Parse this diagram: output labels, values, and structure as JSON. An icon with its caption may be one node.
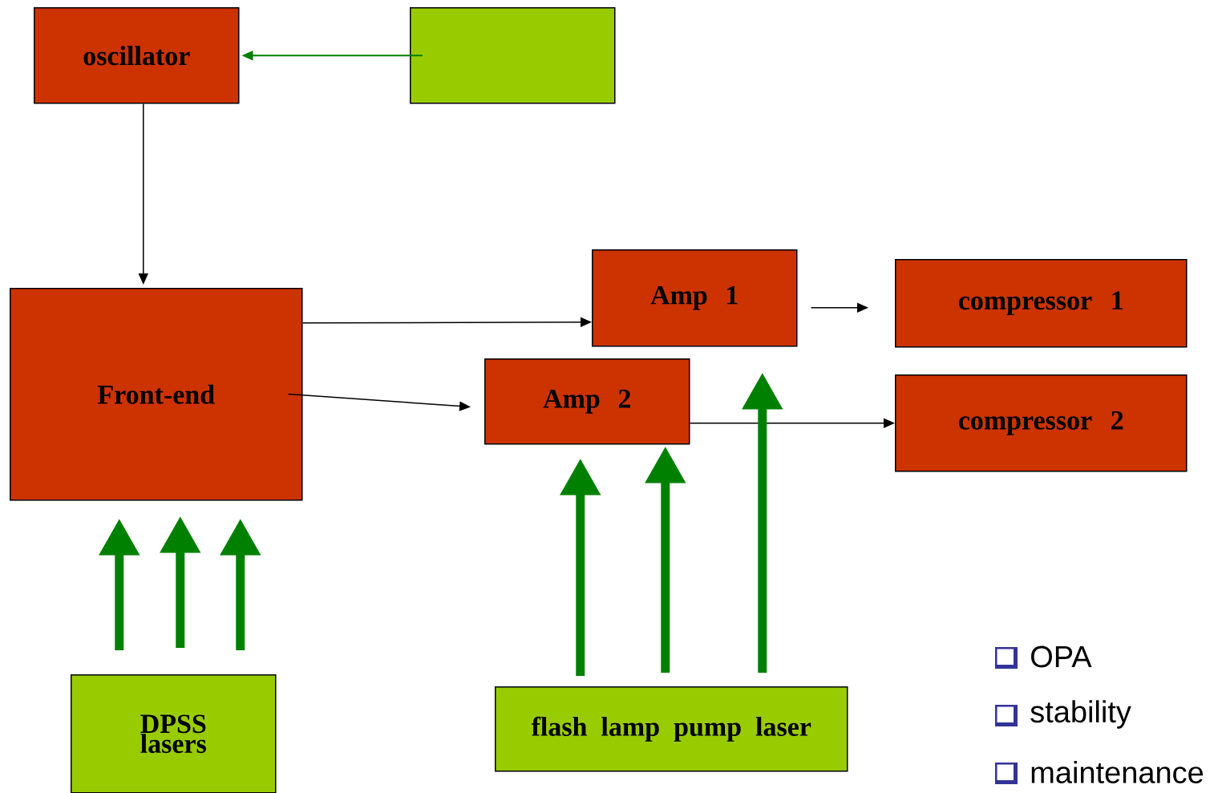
{
  "diagram": {
    "nodes": [
      {
        "text": [
          "oscillator"
        ]
      },
      {
        "text": [],
        "shape": "box"
      },
      {
        "text": [
          "Front-end"
        ]
      },
      {
        "text": [
          "Amp 1"
        ]
      },
      {
        "text": [
          "compressor 1"
        ]
      },
      {
        "text": [
          "Amp 2"
        ]
      },
      {
        "text": [
          "compressor 2"
        ]
      },
      {
        "text": [
          "DPSS lasers"
        ]
      },
      {
        "text": [
          "flash lamp pump laser"
        ]
      }
    ],
    "edges": [
      {
        "from": 1,
        "to": 0,
        "arrow": "to",
        "color": "#008000"
      },
      {
        "from": 0,
        "to": 2,
        "arrow": "to",
        "color": "#000000"
      },
      {
        "from": 2,
        "to": 3,
        "arrow": "to",
        "color": "#000000"
      },
      {
        "from": 2,
        "to": 5,
        "arrow": "to",
        "color": "#000000"
      },
      {
        "from": 3,
        "to": 4,
        "arrow": "to",
        "color": "#000000"
      },
      {
        "from": 5,
        "to": 6,
        "arrow": "to",
        "color": "#000000"
      },
      {
        "from": 7,
        "to": 2,
        "arrow": "to",
        "style": "thick",
        "color": "#008000"
      },
      {
        "from": 7,
        "to": 2,
        "arrow": "to",
        "style": "thick",
        "color": "#008000"
      },
      {
        "from": 7,
        "to": 2,
        "arrow": "to",
        "style": "thick",
        "color": "#008000"
      },
      {
        "from": 8,
        "to": 5,
        "arrow": "to",
        "style": "thick",
        "color": "#008000"
      },
      {
        "from": 8,
        "to": 5,
        "arrow": "to",
        "style": "thick",
        "color": "#008000"
      },
      {
        "from": 8,
        "to": 3,
        "arrow": "to",
        "style": "thick",
        "color": "#008000"
      }
    ],
    "labels": [
      "OPA",
      "stability",
      "maintenance"
    ]
  }
}
